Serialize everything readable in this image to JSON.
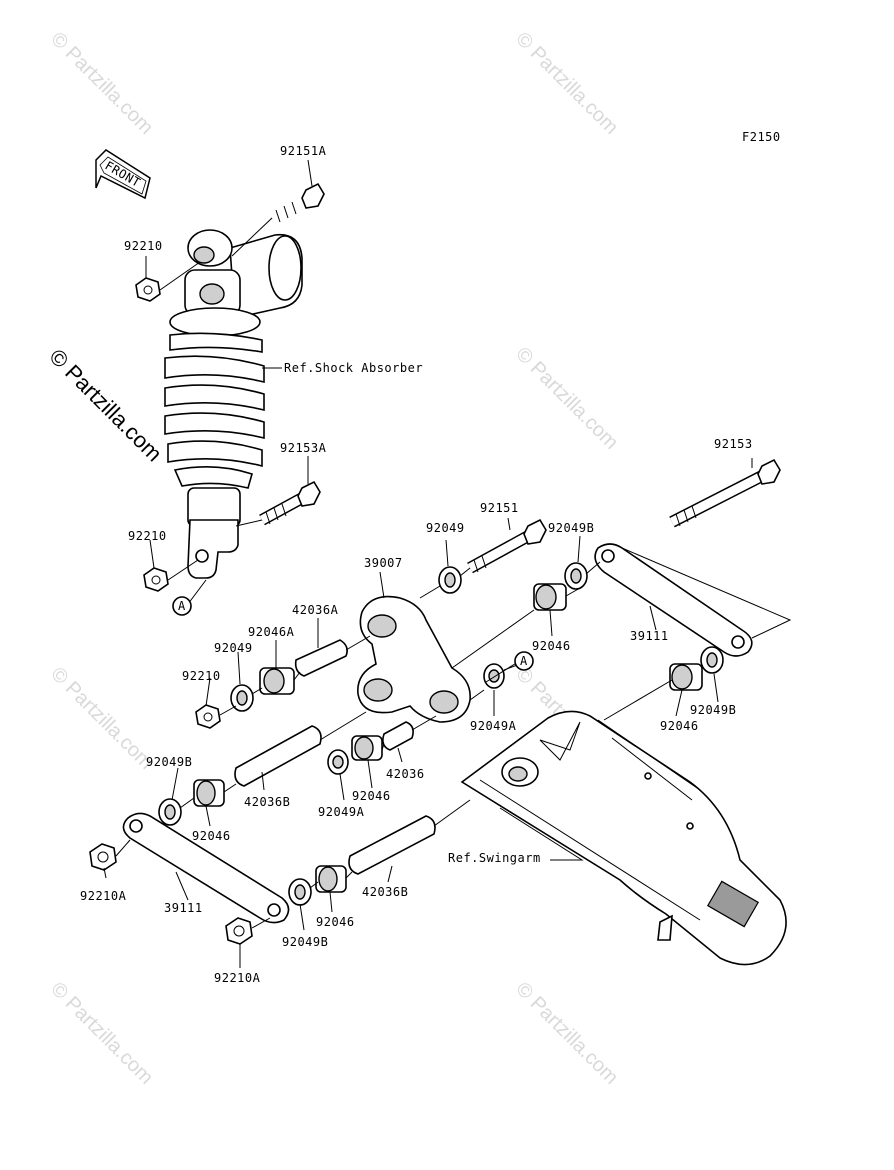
{
  "figure_code": "F2150",
  "front_arrow_label": "FRONT",
  "watermark_text": "© Partzilla.com",
  "callouts": {
    "ref_shock": "Ref.Shock Absorber",
    "ref_swingarm": "Ref.Swingarm",
    "marker_a": "A"
  },
  "parts": {
    "p92151A": "92151A",
    "p92210_top": "92210",
    "p92153A": "92153A",
    "p92210_mid": "92210",
    "p92153": "92153",
    "p92151": "92151",
    "p92049_top": "92049",
    "p92049B_top": "92049B",
    "p39007": "39007",
    "p42036A": "42036A",
    "p92046A": "92046A",
    "p92049_left": "92049",
    "p92210_left": "92210",
    "p92046_right": "92046",
    "p39111_right": "39111",
    "p92049A_right": "92049A",
    "p92049B_right": "92049B",
    "p92046_right2": "92046",
    "p42036": "42036",
    "p92046_center": "92046",
    "p92049A_center": "92049A",
    "p42036B_left": "42036B",
    "p92049B_left": "92049B",
    "p92046_left": "92046",
    "p92210A_left": "92210A",
    "p39111_left": "39111",
    "p92049B_bottom": "92049B",
    "p92046_bottom": "92046",
    "p42036B_bottom": "42036B",
    "p92210A_bottom": "92210A"
  }
}
